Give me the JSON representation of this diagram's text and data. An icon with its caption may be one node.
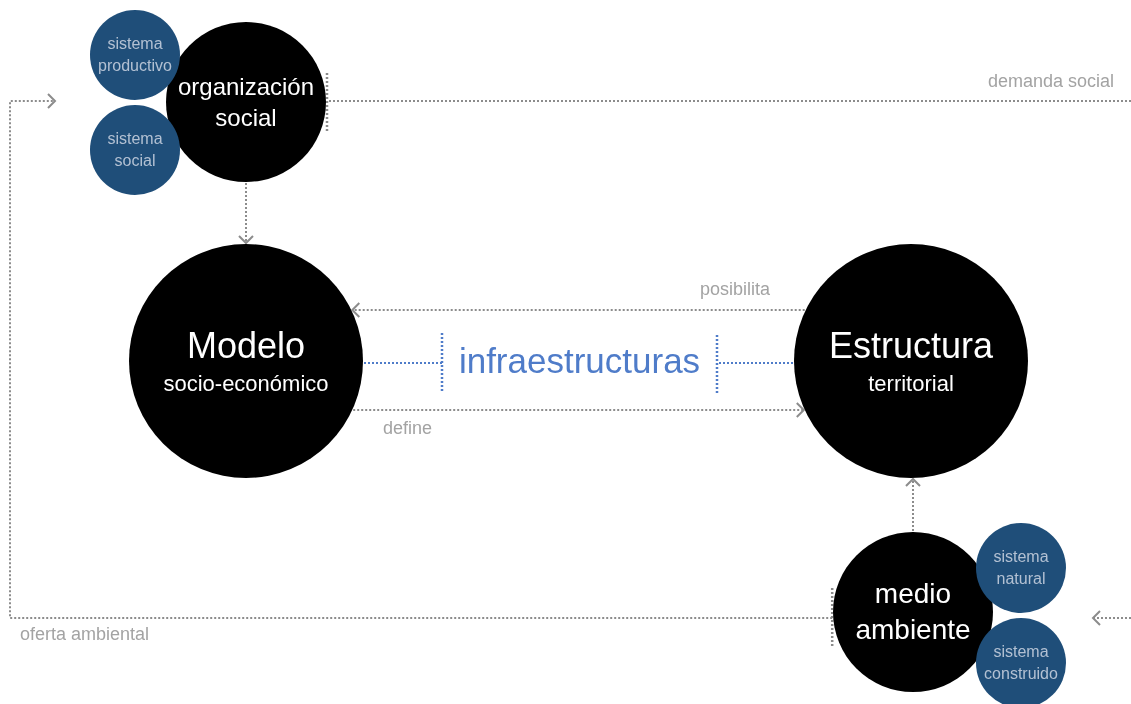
{
  "diagram": {
    "nodes": [
      {
        "text": [
          "sistema productivo"
        ]
      },
      {
        "text": [
          "organización social"
        ]
      },
      {
        "text": [
          "sistema social"
        ]
      },
      {
        "text": [
          "Modelo",
          "socio-económico"
        ]
      },
      {
        "text": [
          "infraestructuras"
        ]
      },
      {
        "text": [
          "Estructura",
          "territorial"
        ]
      },
      {
        "text": [
          "medio ambiente"
        ]
      },
      {
        "text": [
          "sistema natural"
        ]
      },
      {
        "text": [
          "sistema construido"
        ]
      }
    ],
    "edges": [
      {
        "from": 1,
        "to": 3,
        "arrow": "to",
        "style": "dashed"
      },
      {
        "from": 5,
        "to": 3,
        "arrow": "to",
        "label": "posibilita",
        "style": "dashed"
      },
      {
        "from": 3,
        "to": 5,
        "arrow": "to",
        "label": "define",
        "style": "dashed"
      },
      {
        "from": 3,
        "to": 4,
        "arrow": "other",
        "style": "dashed",
        "color": "#4f7cc9"
      },
      {
        "from": 5,
        "to": 4,
        "arrow": "other",
        "style": "dashed",
        "color": "#4f7cc9"
      },
      {
        "from": null,
        "to": 1,
        "arrow": "other",
        "label": "demanda social",
        "style": "dashed"
      },
      {
        "from": 6,
        "to": null,
        "arrow": "to",
        "label": "oferta ambiental",
        "style": "dashed"
      },
      {
        "from": 6,
        "to": 5,
        "arrow": "to",
        "style": "dashed"
      }
    ]
  }
}
